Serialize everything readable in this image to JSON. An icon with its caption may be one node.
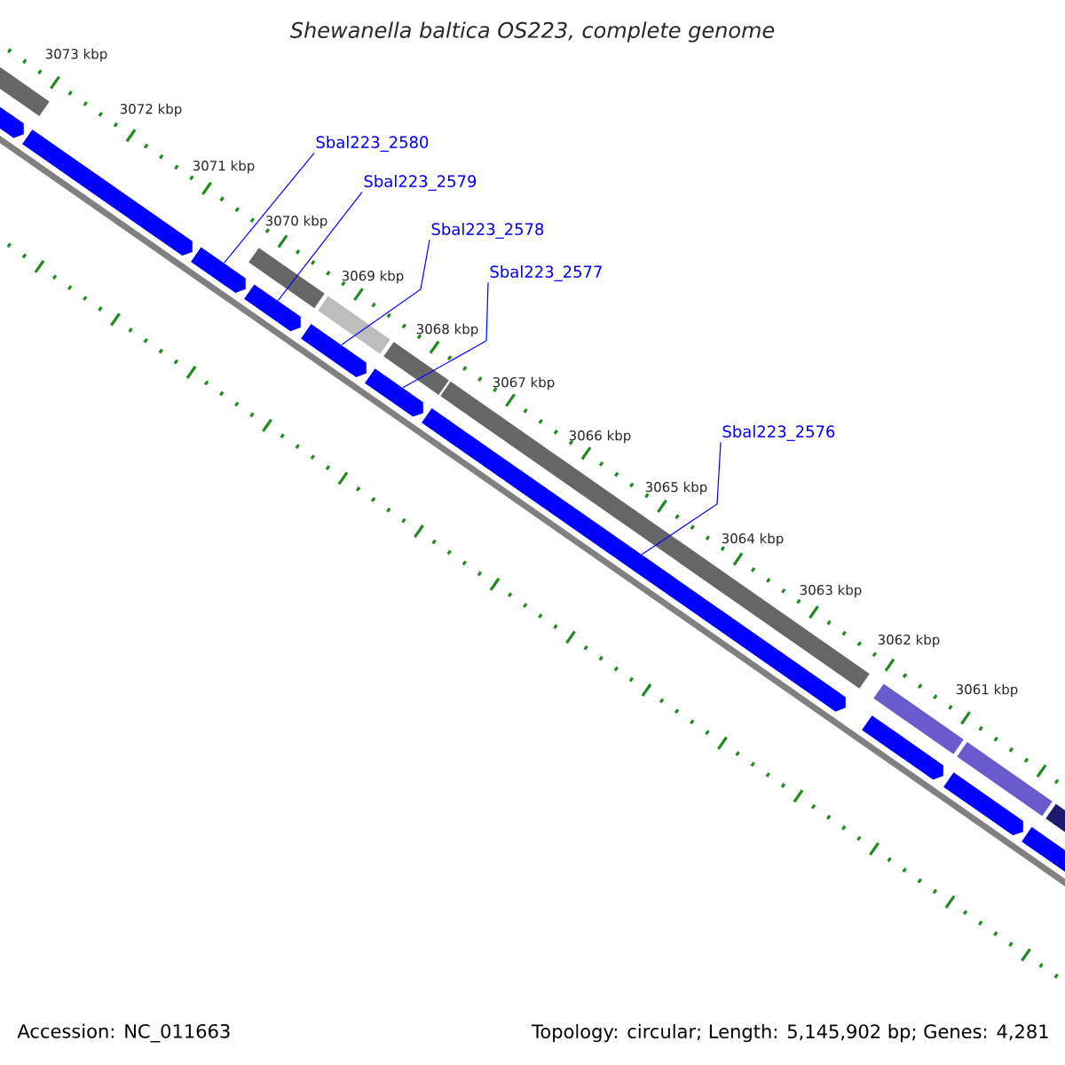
{
  "diagram": {
    "title": "Shewanella baltica OS223, complete genome",
    "nodes": [
      {
        "text": [
          "Sbal223_2580"
        ]
      },
      {
        "text": [
          "Sbal223_2579"
        ]
      },
      {
        "text": [
          "Sbal223_2578"
        ]
      },
      {
        "text": [
          "Sbal223_2577"
        ]
      },
      {
        "text": [
          "Sbal223_2576"
        ]
      },
      {
        "text": [],
        "shape": "bar"
      },
      {
        "text": [],
        "shape": "bar"
      },
      {
        "text": [],
        "shape": "bar"
      },
      {
        "text": [],
        "shape": "bar"
      },
      {
        "text": [],
        "shape": "bar"
      },
      {
        "text": [],
        "shape": "bar"
      },
      {
        "text": [],
        "shape": "bar"
      },
      {
        "text": [],
        "shape": "bar"
      },
      {
        "text": [],
        "shape": "bar"
      },
      {
        "text": [],
        "shape": "bar"
      }
    ],
    "edges": [
      {
        "from": 0,
        "to": 7,
        "arrow": "none"
      },
      {
        "from": 1,
        "to": 8,
        "arrow": "none"
      },
      {
        "from": 2,
        "to": 9,
        "arrow": "none"
      },
      {
        "from": 3,
        "to": 10,
        "arrow": "none"
      },
      {
        "from": 4,
        "to": 11,
        "arrow": "none"
      }
    ],
    "labels": [
      "3073 kbp",
      "3072 kbp",
      "3071 kbp",
      "3070 kbp",
      "3069 kbp",
      "3068 kbp",
      "3067 kbp",
      "3066 kbp",
      "3065 kbp",
      "3064 kbp",
      "3063 kbp",
      "3062 kbp",
      "3061 kbp",
      "Accession: NC_011663",
      "Topology: circular; Length: 5,145,902 bp; Genes: 4,281"
    ]
  }
}
